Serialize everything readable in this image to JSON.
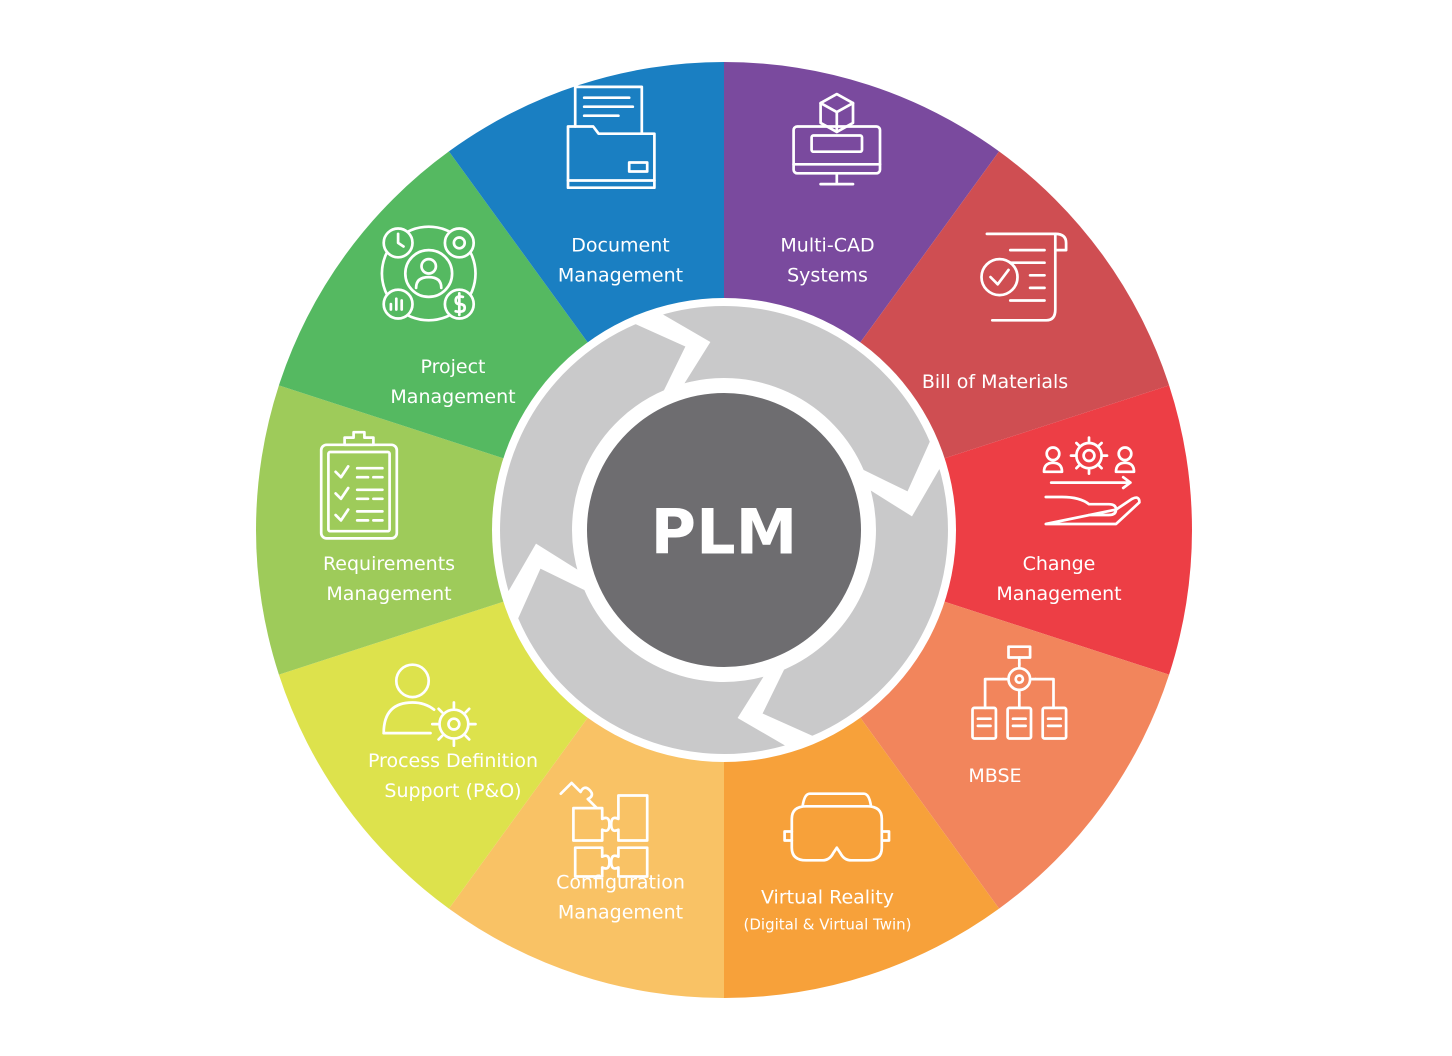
{
  "center": {
    "label": "PLM",
    "color": "#6e6d70",
    "ring_color": "#c9c9ca"
  },
  "segments": [
    {
      "id": "multi-cad",
      "lines": [
        "Multi-CAD",
        "Systems"
      ],
      "color": "#7a4a9e",
      "icon": "cad-monitor-icon"
    },
    {
      "id": "bom",
      "lines": [
        "Bill of Materials"
      ],
      "color": "#cf4e52",
      "icon": "bill-scroll-icon"
    },
    {
      "id": "change",
      "lines": [
        "Change",
        "Management"
      ],
      "color": "#ed3e45",
      "icon": "change-hand-gear-icon"
    },
    {
      "id": "mbse",
      "lines": [
        "MBSE"
      ],
      "color": "#f2855c",
      "icon": "mbse-hierarchy-icon"
    },
    {
      "id": "vr",
      "lines": [
        "Virtual Reality"
      ],
      "sub": "(Digital & Virtual Twin)",
      "color": "#f7a13a",
      "icon": "vr-headset-icon"
    },
    {
      "id": "config",
      "lines": [
        "Configuration",
        "Management"
      ],
      "color": "#f9c265",
      "icon": "puzzle-icon"
    },
    {
      "id": "process",
      "lines": [
        "Process Definition",
        "Support (P&O)"
      ],
      "color": "#dde24c",
      "icon": "person-gear-icon"
    },
    {
      "id": "requirements",
      "lines": [
        "Requirements",
        "Management"
      ],
      "color": "#9ecb5a",
      "icon": "clipboard-checklist-icon"
    },
    {
      "id": "project",
      "lines": [
        "Project",
        "Management"
      ],
      "color": "#55b961",
      "icon": "project-cycle-icon"
    },
    {
      "id": "document",
      "lines": [
        "Document",
        "Management"
      ],
      "color": "#1a7fc2",
      "icon": "document-folder-icon"
    }
  ]
}
